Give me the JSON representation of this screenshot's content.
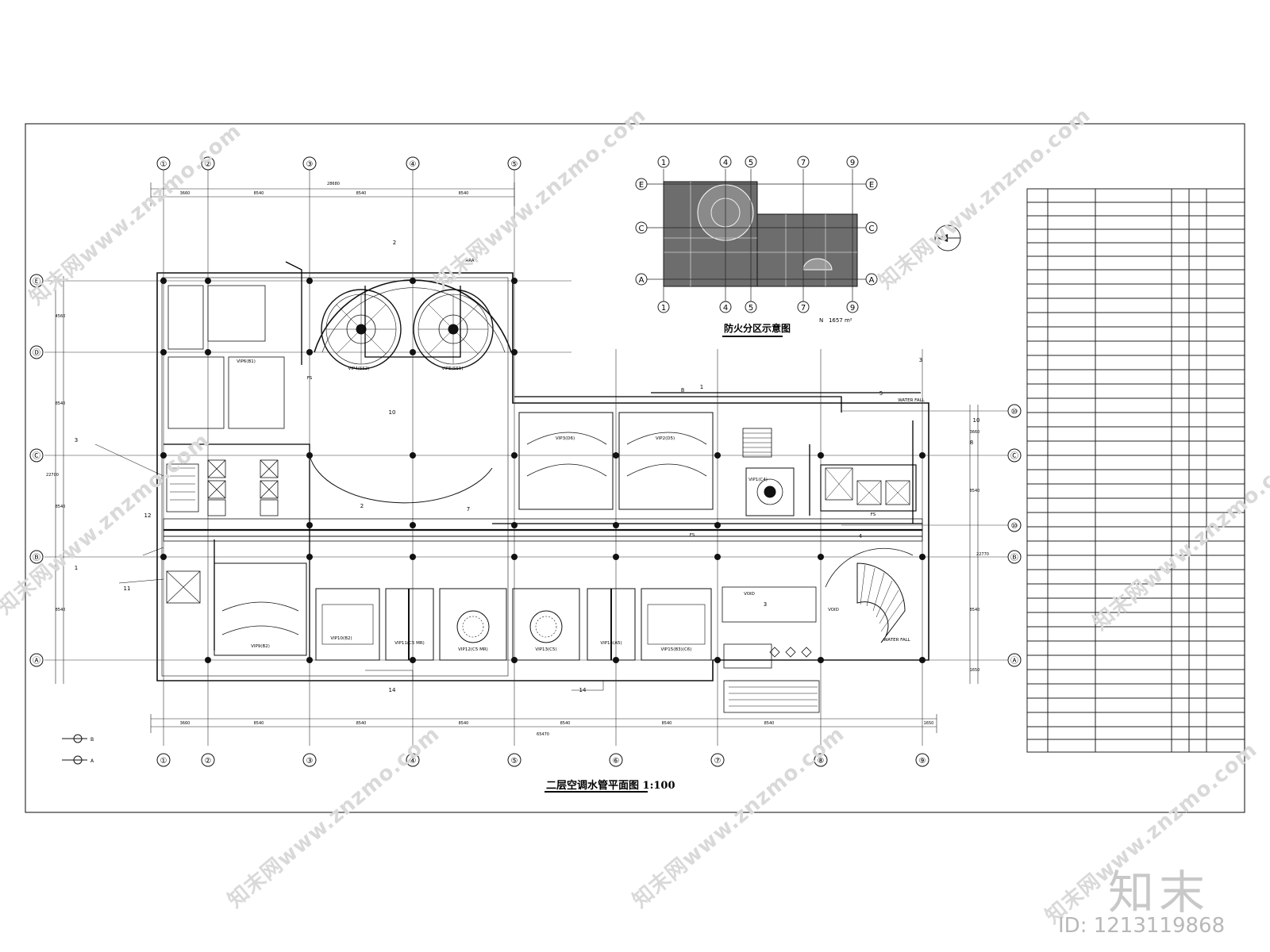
{
  "titles": {
    "main": "二层空调水管平面图 1:100",
    "fire_zone": "防火分区示意图",
    "fire_area": "1657 m²",
    "fire_area_prefix": "N"
  },
  "grid": {
    "columns": [
      "①",
      "②",
      "③",
      "④",
      "⑤",
      "⑥",
      "⑦",
      "⑧",
      "⑨"
    ],
    "rows": [
      "Ⓐ",
      "Ⓑ",
      "Ⓒ",
      "Ⓓ",
      "Ⓔ"
    ],
    "half_row": "⑩"
  },
  "dimensions": {
    "top_total": "28680",
    "top_segments": [
      "3660",
      "8540",
      "8540",
      "8540"
    ],
    "bottom_total": "65470",
    "bottom_segments": [
      "3660",
      "8540",
      "8540",
      "8540",
      "8540",
      "8540",
      "8540",
      "1650"
    ],
    "left_segments": [
      "4560",
      "8540",
      "8540",
      "8540"
    ],
    "left_total": "22700",
    "right_segments": [
      "3660",
      "8540",
      "8540",
      "1650"
    ],
    "right_total": "22770"
  },
  "rooms": {
    "vip1": "VIP1(C4)",
    "vip2": "VIP2(D5)",
    "vip3": "VIP3(D6)",
    "vip4": "VIP4(SS2)",
    "vip5": "VIP5(SS1)",
    "vip6": "VIP6(B1)",
    "vip9": "VIP9(B2)",
    "vip10": "VIP10(B2)",
    "vip11": "VIP11(C5 MR)",
    "vip12": "VIP12(C5 MR)",
    "vip13": "VIP13(C5)",
    "vip14": "VIP14(A5)",
    "vip15": "VIP15(B3)(C6)"
  },
  "callouts": [
    "2",
    "3",
    "4",
    "5",
    "7",
    "8",
    "10",
    "11",
    "12",
    "14",
    "1"
  ],
  "labels": {
    "void": "VOID",
    "waterfall": "WATER FALL",
    "ara": "ARA",
    "fs": "FS",
    "legend_b": "B",
    "legend_a": "A"
  },
  "watermark": {
    "text": "知末网www.znzmo.com",
    "brand": "知末",
    "id": "ID: 1213119868"
  }
}
